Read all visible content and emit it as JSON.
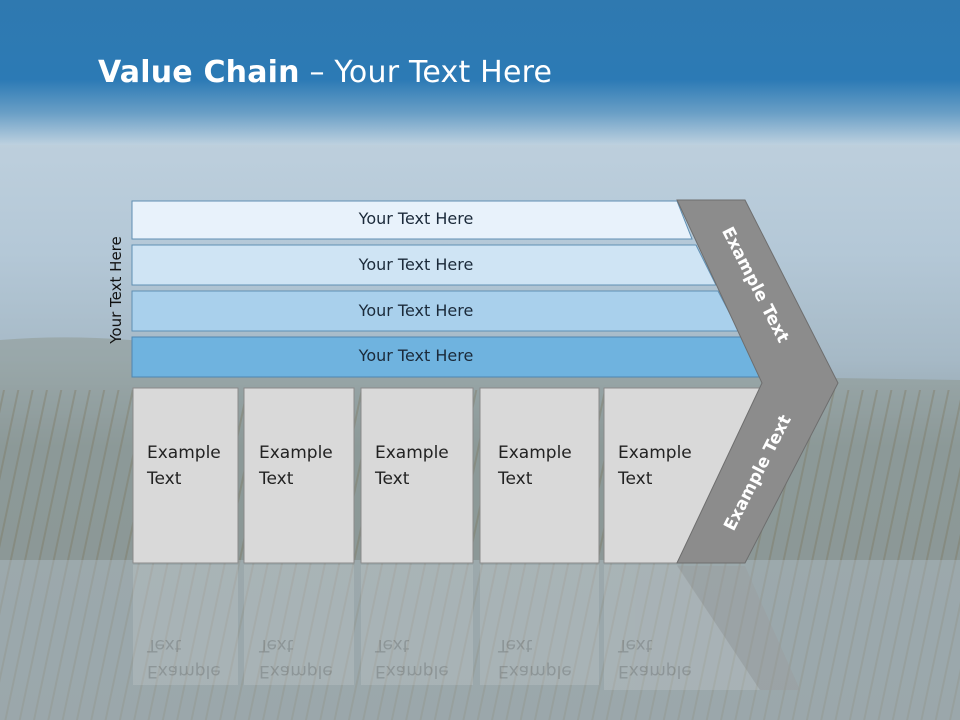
{
  "title": {
    "bold": "Value Chain",
    "rest": " – Your Text Here"
  },
  "side_label": "Your Text Here",
  "rows": [
    {
      "label": "Your Text Here",
      "fill": "#e8f2fb"
    },
    {
      "label": "Your Text Here",
      "fill": "#cfe4f4"
    },
    {
      "label": "Your Text Here",
      "fill": "#a9d0ec"
    },
    {
      "label": "Your Text Here",
      "fill": "#6fb3df"
    }
  ],
  "cells": [
    {
      "line1": "Example",
      "line2": "Text"
    },
    {
      "line1": "Example",
      "line2": "Text"
    },
    {
      "line1": "Example",
      "line2": "Text"
    },
    {
      "line1": "Example",
      "line2": "Text"
    },
    {
      "line1": "Example",
      "line2": "Text"
    }
  ],
  "arrow": {
    "upper": "Example Text",
    "lower": "Example Text",
    "fill": "#8c8c8c"
  }
}
